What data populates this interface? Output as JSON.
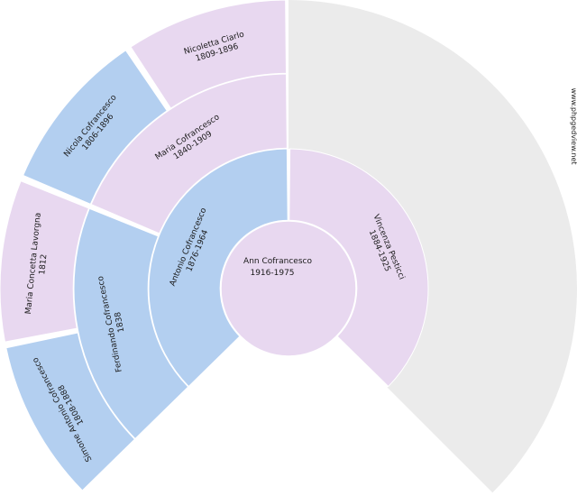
{
  "site": "www.phpgedview.net",
  "colors": {
    "male": "#b3cff0",
    "female": "#e8d8f0",
    "empty": "#ebebeb",
    "stroke": "#ffffff"
  },
  "people": [
    {
      "id": "root",
      "name": "Ann Cofrancesco",
      "dates": "1916-1975",
      "sex": "female",
      "gen": 0
    },
    {
      "id": "father",
      "name": "Antonio Cofrancesco",
      "dates": "1876-1964",
      "sex": "male",
      "gen": 1
    },
    {
      "id": "mother",
      "name": "Vincenza Pesticci",
      "dates": "1884-1925",
      "sex": "female",
      "gen": 1
    },
    {
      "id": "pat-grandfather",
      "name": "Ferdinando Cofrancesco",
      "dates": "1838",
      "sex": "male",
      "gen": 2
    },
    {
      "id": "pat-grandmother",
      "name": "Maria Cofrancesco",
      "dates": "1840-1909",
      "sex": "female",
      "gen": 2
    },
    {
      "id": "ggf-1",
      "name": "Simone Antonio Cofrancesco",
      "dates": "1808-1888",
      "sex": "male",
      "gen": 3
    },
    {
      "id": "ggm-1",
      "name": "Maria Concetta Lavorgna",
      "dates": "1812",
      "sex": "female",
      "gen": 3
    },
    {
      "id": "ggf-2",
      "name": "Nicola Cofrancesco",
      "dates": "1806-1896",
      "sex": "male",
      "gen": 3
    },
    {
      "id": "ggm-2",
      "name": "Nicoletta Ciarlo",
      "dates": "1809-1896",
      "sex": "female",
      "gen": 3
    }
  ]
}
